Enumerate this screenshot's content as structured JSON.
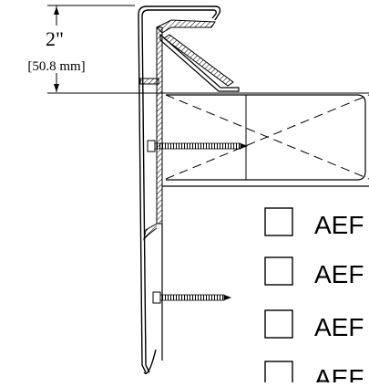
{
  "dimension": {
    "label": "2\"",
    "metric": "[50.8 mm]"
  },
  "options": [
    {
      "label": "AEF",
      "checked": false
    },
    {
      "label": "AEF",
      "checked": false
    },
    {
      "label": "AEF",
      "checked": false
    },
    {
      "label": "AEF",
      "checked": false
    }
  ],
  "colors": {
    "line": "#000000",
    "background": "#ffffff"
  }
}
